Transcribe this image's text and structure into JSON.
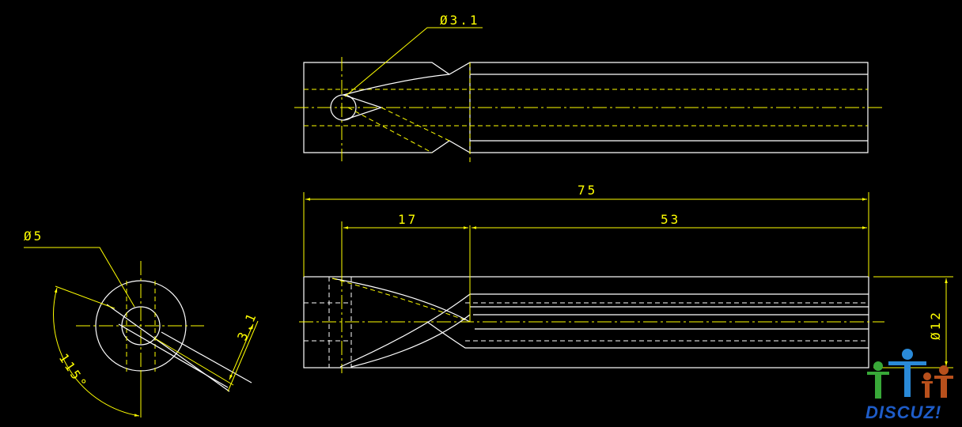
{
  "drawing": {
    "colors": {
      "background": "#000000",
      "outline": "#ffffff",
      "annotation": "#ffff00"
    },
    "dimensions": {
      "top_dia_bore": "Ø3.1",
      "end_dia": "Ø5",
      "hole_dia": "3.1",
      "angle": "115°",
      "overall_length": "75",
      "tip_length": "17",
      "shank_length": "53",
      "side_dia": "Ø12"
    },
    "watermark": {
      "text": "DISCUZ!",
      "icon": "people-icon"
    }
  }
}
